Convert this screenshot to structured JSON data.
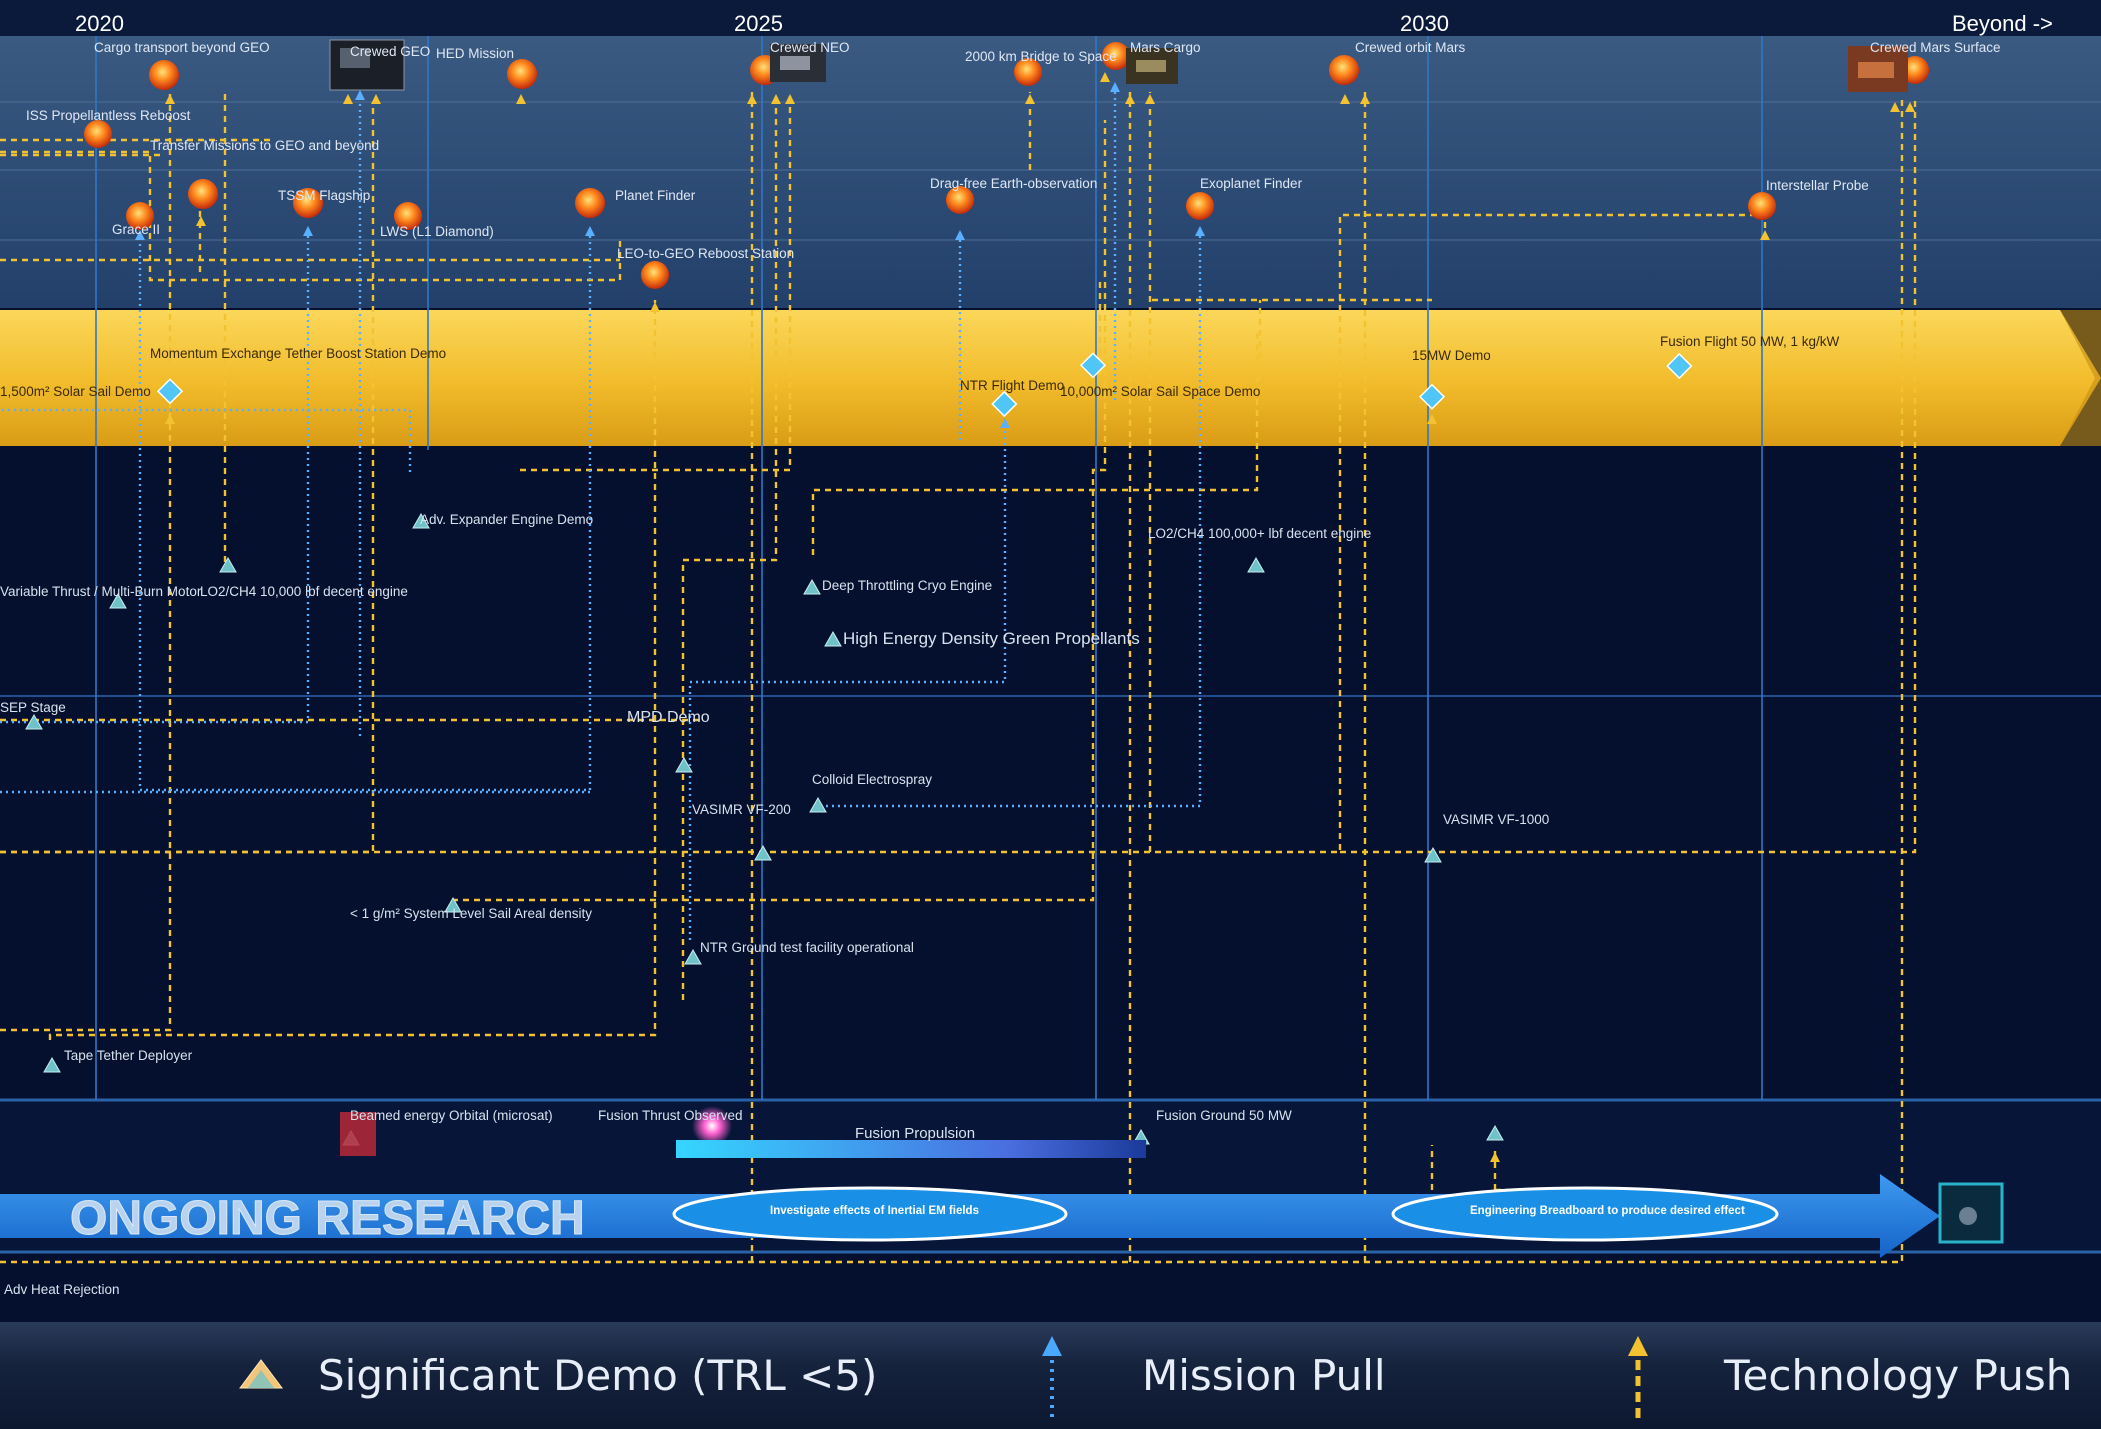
{
  "years": [
    "2020",
    "2025",
    "2030",
    "Beyond ->"
  ],
  "missions": [
    {
      "label": "Cargo transport beyond GEO"
    },
    {
      "label": "Crewed GEO"
    },
    {
      "label": "HED Mission"
    },
    {
      "label": "Crewed NEO"
    },
    {
      "label": "2000 km Bridge to Space"
    },
    {
      "label": "Mars Cargo"
    },
    {
      "label": "Crewed orbit Mars"
    },
    {
      "label": "Crewed Mars Surface"
    },
    {
      "label": "ISS Propellantless Reboost"
    },
    {
      "label": "Transfer Missions to GEO and beyond"
    },
    {
      "label": "Grace II"
    },
    {
      "label": "TSSM Flagship"
    },
    {
      "label": "LWS (L1 Diamond)"
    },
    {
      "label": "Planet Finder"
    },
    {
      "label": "Drag-free Earth-observation"
    },
    {
      "label": "Exoplanet Finder"
    },
    {
      "label": "Interstellar Probe"
    },
    {
      "label": "LEO-to-GEO Reboost Station"
    }
  ],
  "flight_demos": [
    {
      "label": "1,500m² Solar Sail Demo"
    },
    {
      "label": "Momentum Exchange Tether Boost Station Demo"
    },
    {
      "label": "NTR Flight Demo"
    },
    {
      "label": "10,000m² Solar Sail Space Demo"
    },
    {
      "label": "15MW Demo"
    },
    {
      "label": "Fusion Flight 50 MW, 1 kg/kW"
    }
  ],
  "ground_demos": [
    {
      "label": "Adv. Expander Engine Demo"
    },
    {
      "label": "LO2/CH4 10,000 lbf decent engine"
    },
    {
      "label": "Variable Thrust / Multi-Burn Motor"
    },
    {
      "label": "LO2/CH4 100,000+ lbf decent engine"
    },
    {
      "label": "Deep Throttling Cryo Engine"
    },
    {
      "label": "High Energy Density Green Propellants"
    },
    {
      "label": "SEP Stage"
    },
    {
      "label": "MPD Demo"
    },
    {
      "label": "Colloid Electrospray"
    },
    {
      "label": "VASIMR VF-200"
    },
    {
      "label": "VASIMR VF-1000"
    },
    {
      "label": "< 1 g/m² System Level Sail Areal density"
    },
    {
      "label": "NTR Ground test facility operational"
    },
    {
      "label": "Tape Tether Deployer"
    }
  ],
  "research": {
    "beamed": "Beamed energy Orbital (microsat)",
    "fusion_observed": "Fusion Thrust Observed",
    "fusion_prop": "Fusion Propulsion",
    "fusion_ground": "Fusion Ground 50 MW",
    "banner": "ONGOING RESEARCH",
    "cloud1": "Investigate effects of Inertial EM fields",
    "cloud2": "Engineering Breadboard to produce desired effect",
    "heat": "Adv Heat Rejection"
  },
  "legend": {
    "demo": "Significant Demo (TRL <5)",
    "pull": "Mission Pull",
    "push": "Technology Push"
  },
  "colors": {
    "background": "#04102e",
    "mission_band": "#2c4a70",
    "flight_band": "#f5c23a",
    "mission_pull": "#4aa8ff",
    "technology_push": "#f2c230",
    "research_arrow": "#1e7de0"
  }
}
